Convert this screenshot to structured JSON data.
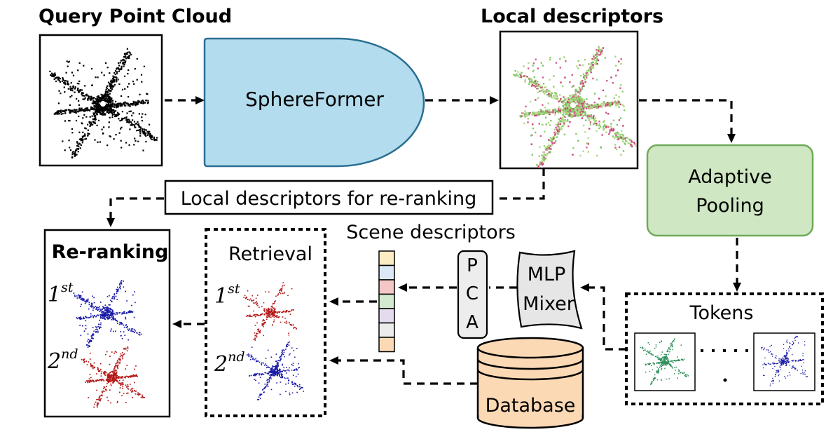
{
  "labels": {
    "query": "Query Point Cloud",
    "local_desc": "Local descriptors",
    "sphereformer": "SphereFormer",
    "adaptive_1": "Adaptive",
    "adaptive_2": "Pooling",
    "reranking_local": "Local descriptors for re-ranking",
    "scene_desc": "Scene descriptors",
    "pca": [
      "P",
      "C",
      "A"
    ],
    "mlp_1": "MLP",
    "mlp_2": "Mixer",
    "tokens": "Tokens",
    "database": "Database",
    "retrieval": "Retrieval",
    "reranking": "Re-ranking",
    "first": "1",
    "first_sup": "st",
    "second": "2",
    "second_sup": "nd"
  },
  "colors": {
    "sphereformer_fill": "#b3dcee",
    "sphereformer_stroke": "#2b6f92",
    "adaptive_fill": "#cfe7c2",
    "adaptive_stroke": "#6faa58",
    "database_fill": "#fbd9b5",
    "mlp_fill": "#e6e6e6",
    "pca_fill": "#ededed",
    "point_blue": "#1a1aa8",
    "point_red": "#b41818",
    "point_green": "#2f8f5b",
    "descriptor_cells": [
      "#fcecc4",
      "#dde8f6",
      "#f5c6c6",
      "#d4ead0",
      "#e4dcee",
      "#ececec",
      "#fbd9b5"
    ]
  }
}
